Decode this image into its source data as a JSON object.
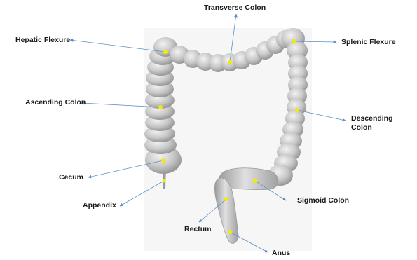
{
  "diagram": {
    "labels": {
      "transverse_colon": "Transverse Colon",
      "hepatic_flexure": "Hepatic Flexure",
      "splenic_flexure": "Splenic Flexure",
      "ascending_colon": "Ascending Colon",
      "descending_colon_line1": "Descending",
      "descending_colon_line2": "Colon",
      "cecum": "Cecum",
      "appendix": "Appendix",
      "sigmoid_colon": "Sigmoid Colon",
      "rectum": "Rectum",
      "anus": "Anus"
    },
    "colors": {
      "organ_fill": "#c9c9c9",
      "organ_stroke": "#9a9a9a",
      "marker": "#f2ec00",
      "leader_line": "#5a8fc7",
      "label_text": "#1a1a1a"
    }
  }
}
